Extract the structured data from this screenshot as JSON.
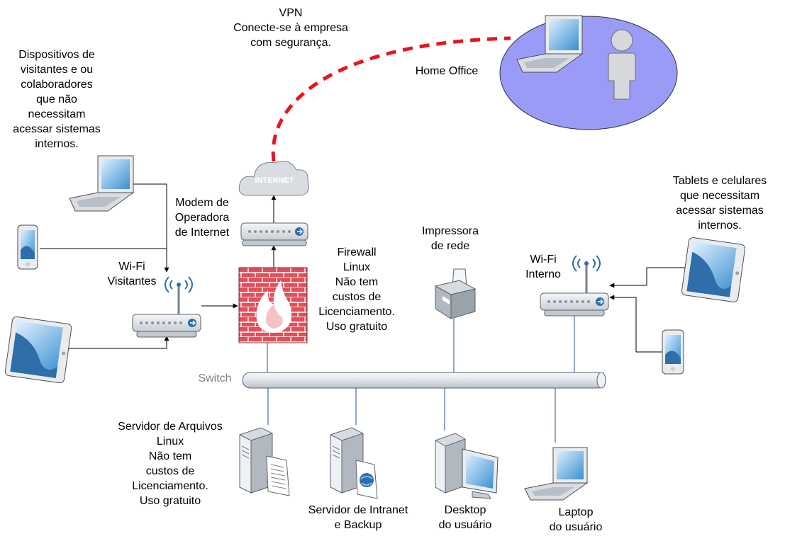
{
  "colors": {
    "vpn_line": "#e8141c",
    "home_office_fill": "#9a9af7",
    "device_blue": "#2f6ea8",
    "switch_fill": "#e2e6ea",
    "firewall_brick": "#e8505a",
    "wire": "#6a8abf"
  },
  "labels": {
    "vpn": "VPN\nConecte-se à empresa\ncom segurança.",
    "home_office": "Home Office",
    "visitor_devices": "Dispositivos de\nvisitantes e ou\ncolaboradores\nque não\nnecessitam\nacessar sistemas\ninternos.",
    "internet_cloud": "INTERNET",
    "modem": "Modem de\nOperadora\nde Internet",
    "firewall": "Firewall\nLinux\nNão tem\ncustos de\nLicenciamento.\nUso gratuito",
    "printer": "Impressora\nde rede",
    "tablets_phones": "Tablets e celulares\nque necessitam\nacessar sistemas\ninternos.",
    "wifi_guest": "Wi-Fi\nVisitantes",
    "wifi_internal": "Wi-Fi\nInterno",
    "switch": "Switch",
    "file_server": "Servidor de Arquivos\nLinux\nNão tem\ncustos de\nLicenciamento.\nUso gratuito",
    "intranet_server": "Servidor de Intranet\ne Backup",
    "desktop": "Desktop\ndo usuário",
    "laptop": "Laptop\ndo usuário"
  },
  "icons": [
    "laptop-icon",
    "user-icon",
    "tablet-icon",
    "phone-icon",
    "cloud-icon",
    "modem-icon",
    "firewall-icon",
    "wifi-router-icon",
    "printer-icon",
    "server-icon",
    "desktop-icon",
    "switch-icon"
  ]
}
